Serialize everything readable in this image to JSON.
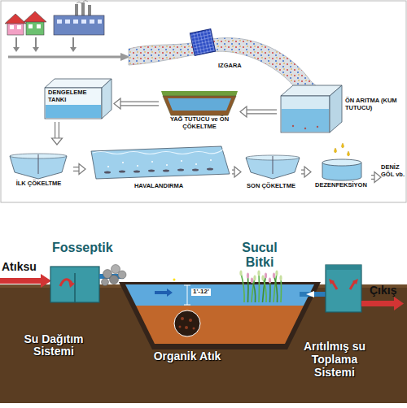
{
  "diagram": {
    "nodes": [
      {
        "text": [
          "IZGARA"
        ]
      },
      {
        "text": [
          "ÖN ARITMA (KUM TUTUCU)"
        ]
      },
      {
        "text": [
          "YAĞ TUTUCU ve ÖN ÇÖKELTME"
        ]
      },
      {
        "text": [
          "DENGELEME TANKI"
        ]
      },
      {
        "text": [
          "İLK ÇÖKELTME"
        ]
      },
      {
        "text": [
          "HAVALANDIRMA"
        ]
      },
      {
        "text": [
          "SON ÇÖKELTME"
        ]
      },
      {
        "text": [
          "DEZENFEKSİYON"
        ]
      },
      {
        "text": [
          "DENİZ GÖL vb."
        ]
      },
      {
        "text": [
          "Fosseptik"
        ]
      },
      {
        "text": [
          "Arıtılmış su Toplama Sistemi"
        ]
      }
    ],
    "edges": [
      {
        "from": 1,
        "to": 2,
        "arrow": "to"
      },
      {
        "from": 2,
        "to": 3,
        "arrow": "to"
      },
      {
        "from": 3,
        "to": 4,
        "arrow": "to"
      },
      {
        "from": 4,
        "to": 5,
        "arrow": "to"
      },
      {
        "from": 5,
        "to": 6,
        "arrow": "to"
      },
      {
        "from": 6,
        "to": 7,
        "arrow": "to"
      },
      {
        "from": 7,
        "to": 8,
        "arrow": "to"
      }
    ],
    "labels": [
      "Atıksu",
      "Sucul Bitki",
      "1'-12'",
      "Su Dağıtım Sistemi",
      "Organik Atık",
      "Çıkış"
    ]
  }
}
